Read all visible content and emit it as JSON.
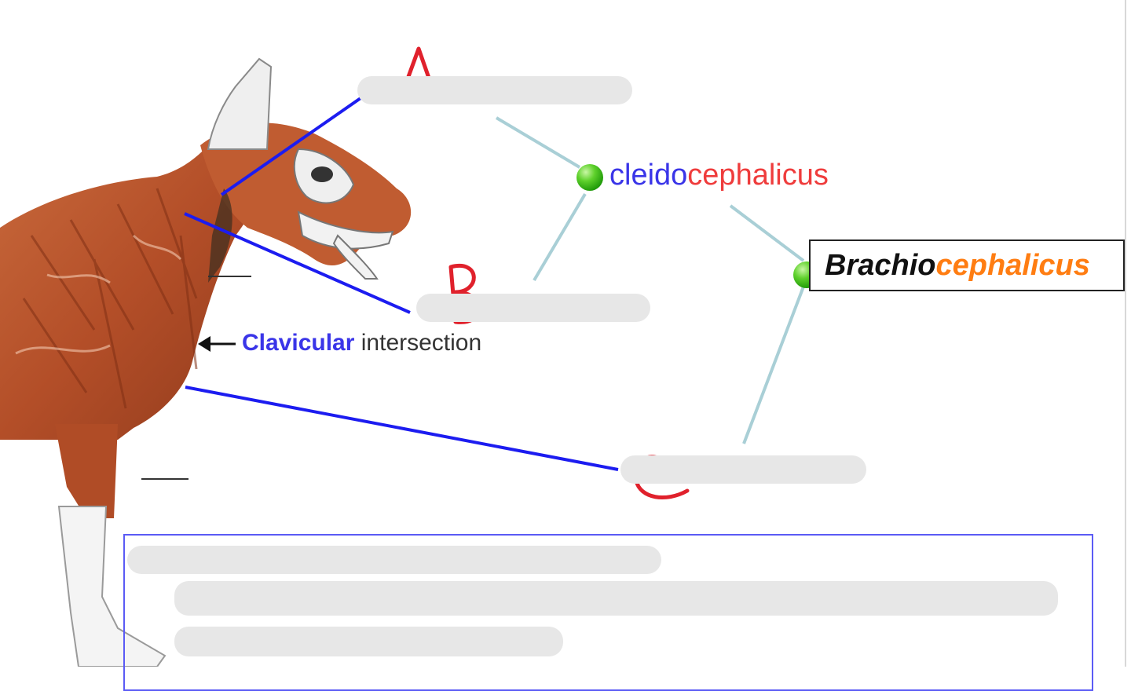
{
  "labels": {
    "a": "A",
    "b": "B",
    "c": "C"
  },
  "tree": {
    "node_cleido_prefix": "cleido",
    "node_cleido_suffix": "cephalicus",
    "root_prefix": "Brachio",
    "root_suffix": "cephalicus"
  },
  "annotation": {
    "clavicular": "Clavicular",
    "intersection": " intersection"
  },
  "colors": {
    "leader_line": "#1c1cf0",
    "tree_line": "#a9cfd6",
    "label_red": "#e0212c",
    "prefix_blue": "#3a35e8",
    "suffix_red": "#ef3c3c",
    "suffix_orange": "#ff7d12",
    "node_green": "#3cc41a",
    "muscle": "#b9532b",
    "hidden_text_bar": "#e7e7e7",
    "box_border": "#5b5bf5"
  }
}
